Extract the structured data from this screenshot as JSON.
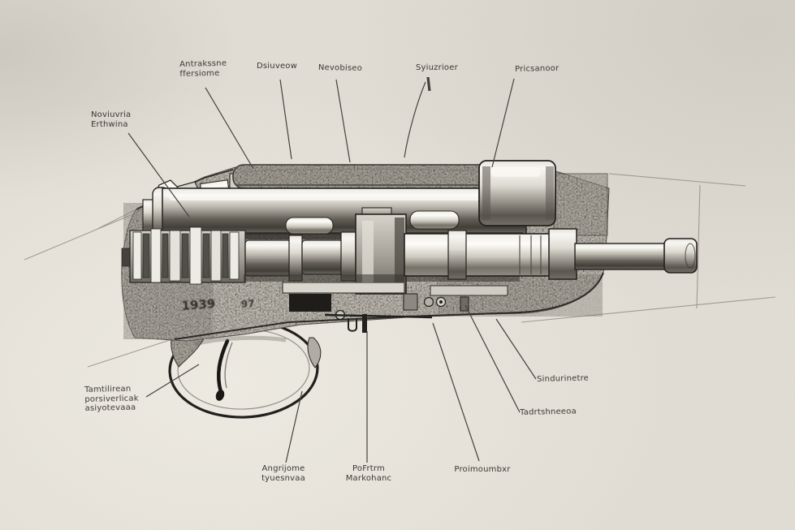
{
  "diagram": {
    "description": "Hand-drawn cutaway illustration of a rifle receiver and bolt mechanism with annotated part labels",
    "paper_color": "#e2ded6",
    "ink_color": "#2e2c28",
    "labels": [
      {
        "name": "part-label-top-1",
        "lines": [
          "Antrakssne",
          "ffersiome"
        ]
      },
      {
        "name": "part-label-top-2",
        "lines": [
          "Dsiuveow"
        ]
      },
      {
        "name": "part-label-top-3",
        "lines": [
          "Nevobiseo"
        ]
      },
      {
        "name": "part-label-top-4",
        "lines": [
          "Syiuzrioer"
        ]
      },
      {
        "name": "part-label-top-5",
        "lines": [
          "Pricsanoor"
        ]
      },
      {
        "name": "part-label-left",
        "lines": [
          "Noviuvria",
          "Erthwina"
        ]
      },
      {
        "name": "part-label-bottom-left",
        "lines": [
          "Tamtilirean",
          "porsiverlicak",
          "asiyotevaaa"
        ]
      },
      {
        "name": "part-label-bottom-1",
        "lines": [
          "Angrijome",
          "tyuesnvaa"
        ]
      },
      {
        "name": "part-label-bottom-2",
        "lines": [
          "PoFrtrm",
          "Markohanc"
        ]
      },
      {
        "name": "part-label-bottom-3",
        "lines": [
          "Proimoumbxr"
        ]
      },
      {
        "name": "part-label-right-1",
        "lines": [
          "Sindurinetre"
        ]
      },
      {
        "name": "part-label-right-2",
        "lines": [
          "Tadrtshneeoa"
        ]
      }
    ],
    "receiver_markings": [
      "1939",
      "97"
    ]
  }
}
